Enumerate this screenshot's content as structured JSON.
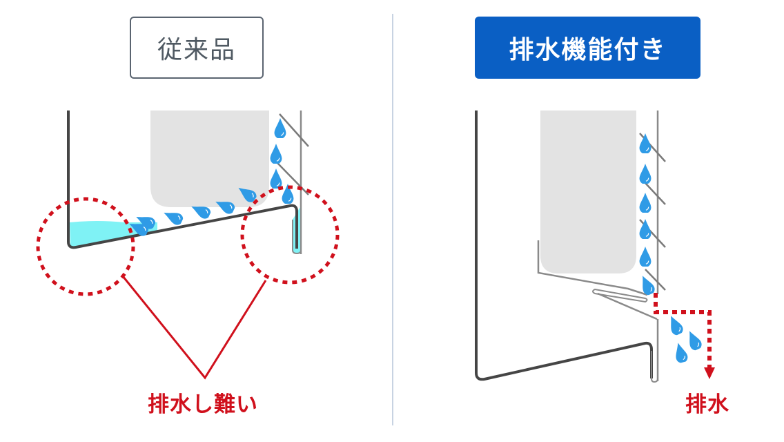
{
  "labels": {
    "conventional": "従来品",
    "with_drain": "排水機能付き"
  },
  "captions": {
    "hard_to_drain": "排水し難い",
    "drain": "排水"
  },
  "colors": {
    "header_blue": "#0a5fc4",
    "outline_gray": "#5a6470",
    "accent_red": "#d0101c",
    "water_drop": "#2f9be6",
    "water_pool": "#7ff2f5",
    "inner_box": "#e3e3e3",
    "divider": "#c8d3e2"
  },
  "icons": {
    "water_drop": "water-drop-icon",
    "dotted_circle": "dotted-circle-highlight",
    "down_arrow": "arrow-down-icon"
  }
}
